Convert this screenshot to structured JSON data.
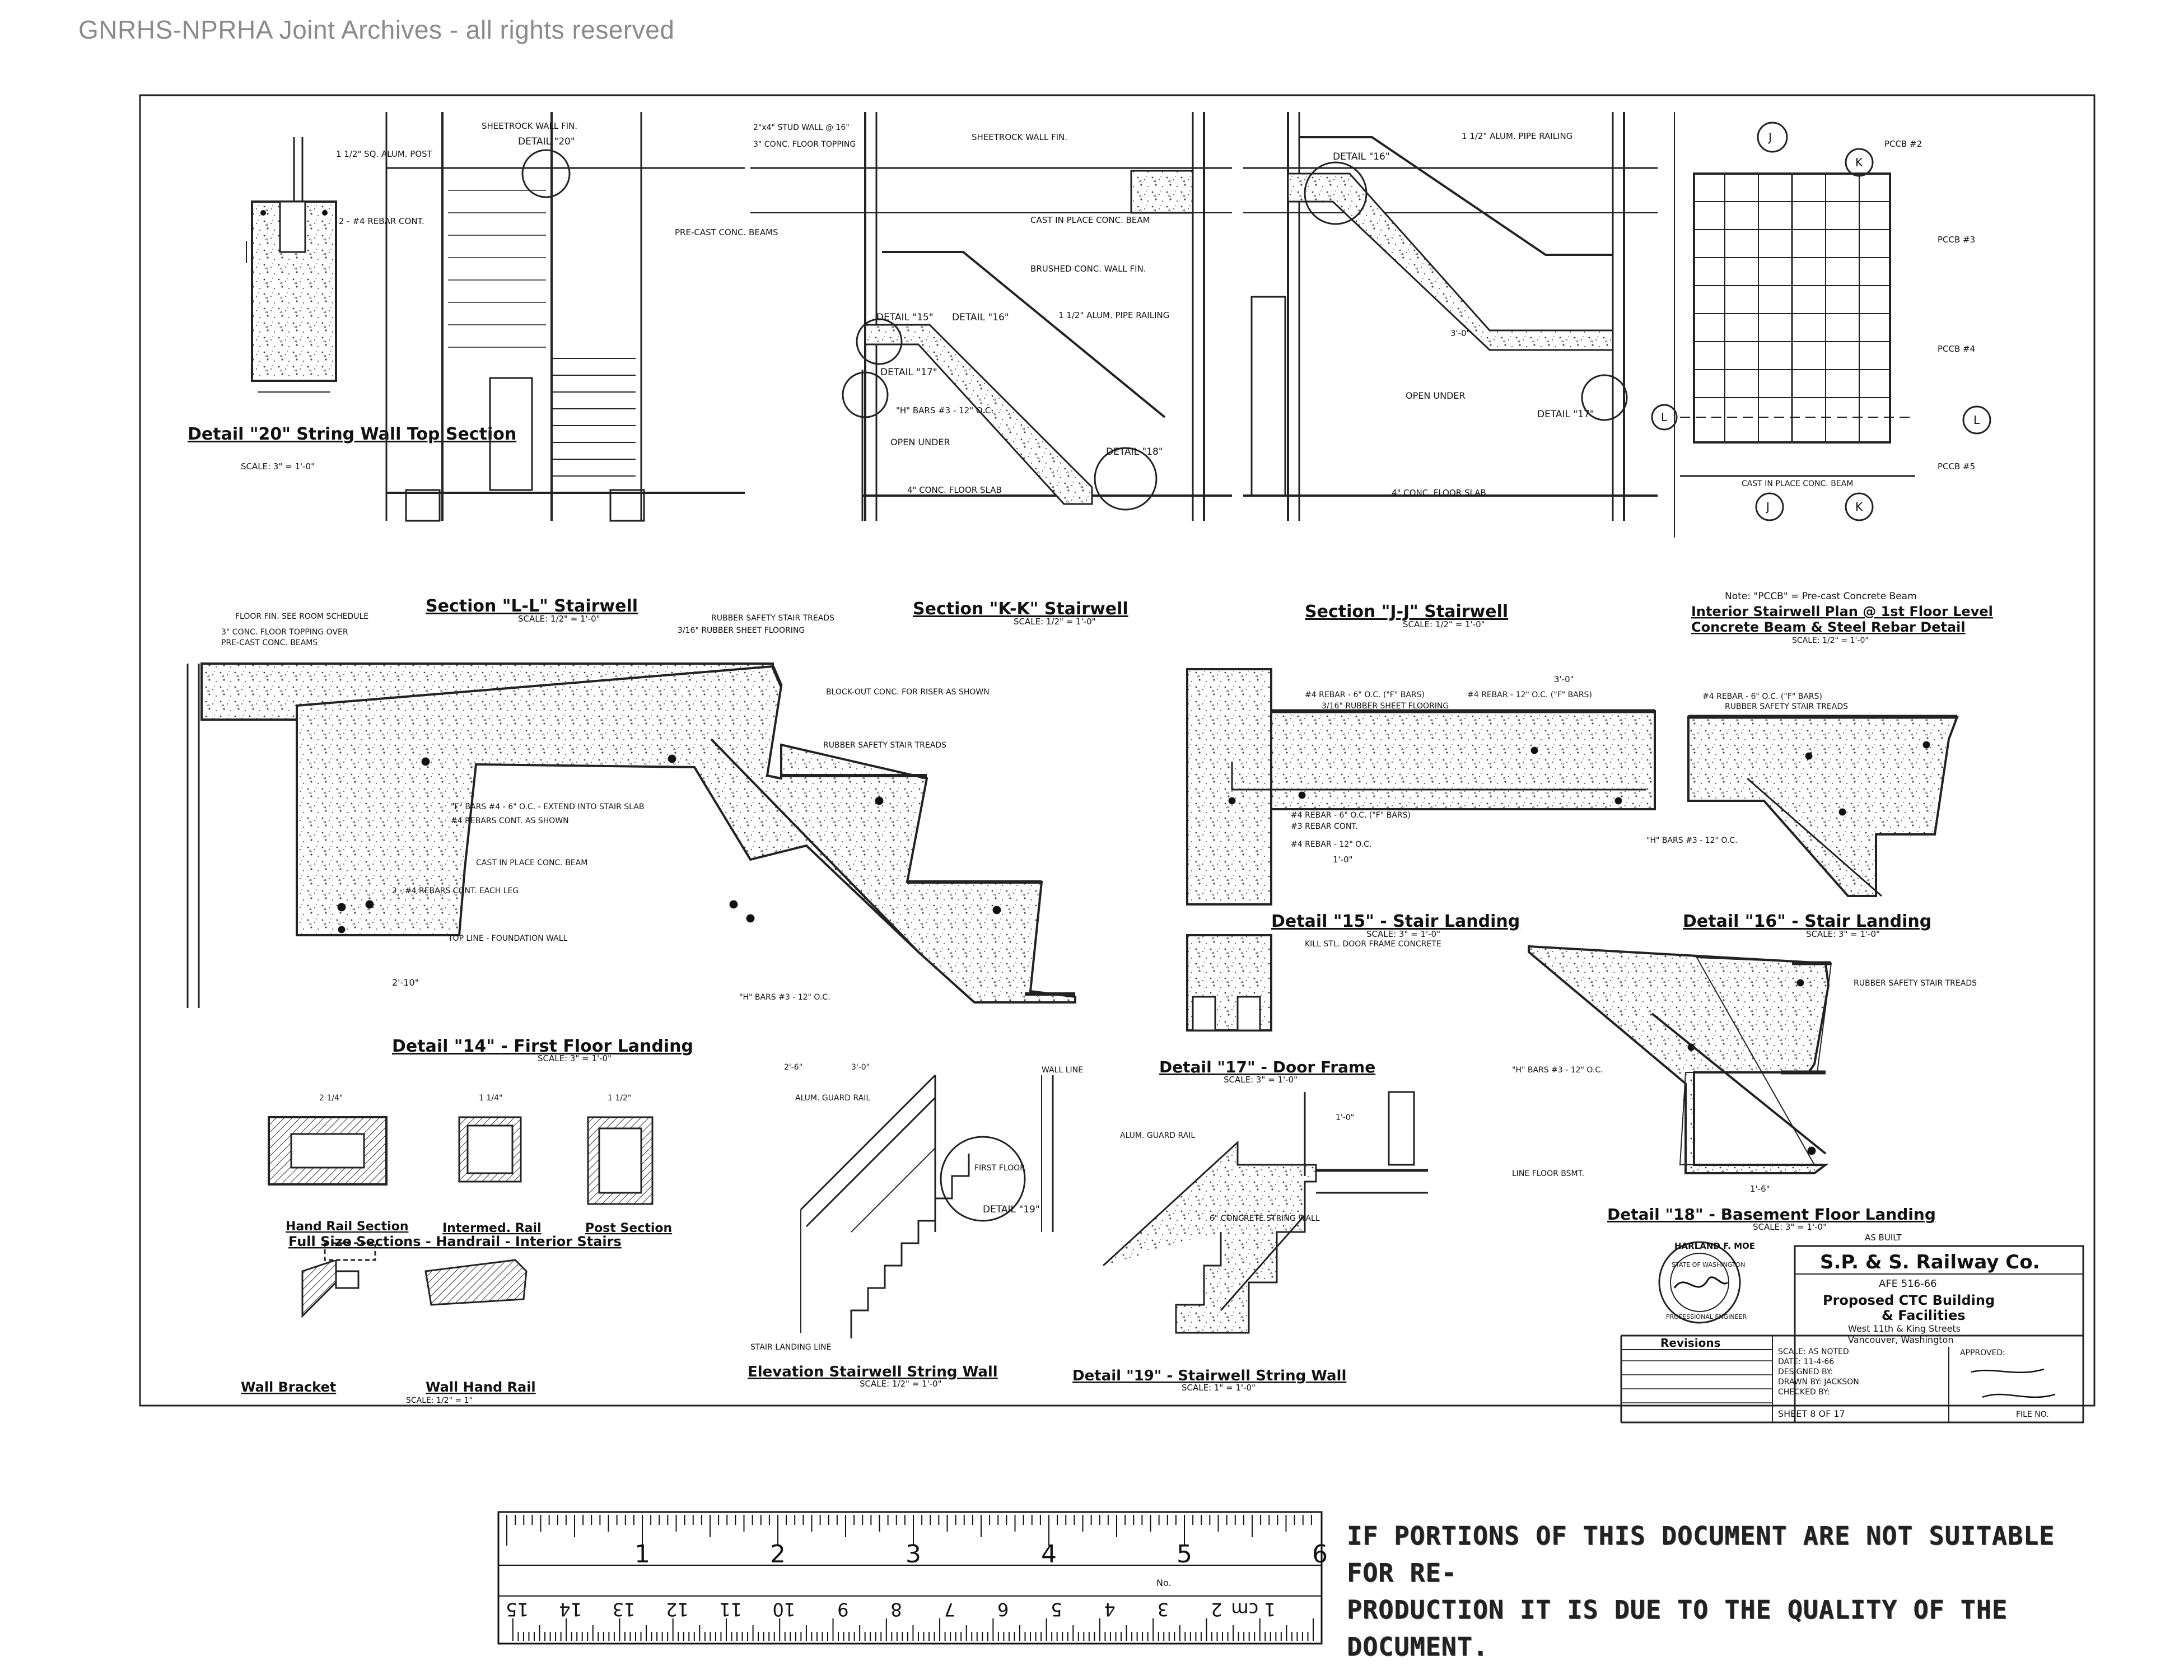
{
  "watermark": "GNRHS-NPRHA Joint Archives - all rights reserved",
  "details": {
    "d20_title": "Detail \"20\" String Wall Top Section",
    "d20_scale": "SCALE: 3\" = 1'-0\"",
    "sec_ll": "Section \"L-L\" Stairwell",
    "sec_ll_scale": "SCALE: 1/2\" = 1'-0\"",
    "sec_kk": "Section \"K-K\" Stairwell",
    "sec_kk_scale": "SCALE: 1/2\" = 1'-0\"",
    "sec_jj": "Section \"J-J\" Stairwell",
    "sec_jj_scale": "SCALE: 1/2\" = 1'-0\"",
    "plan_note": "Note: \"PCCB\" = Pre-cast Concrete Beam",
    "plan_title_1": "Interior Stairwell Plan @ 1st Floor Level",
    "plan_title_2": "Concrete Beam & Steel Rebar Detail",
    "plan_scale": "SCALE: 1/2\" = 1'-0\"",
    "d14_title": "Detail \"14\" - First Floor Landing",
    "d14_scale": "SCALE: 3\" = 1'-0\"",
    "d15_title": "Detail \"15\" - Stair Landing",
    "d15_scale": "SCALE: 3\" = 1'-0\"",
    "d16_title": "Detail \"16\" - Stair Landing",
    "d16_scale": "SCALE: 3\" = 1'-0\"",
    "d17_title": "Detail \"17\" - Door Frame",
    "d17_scale": "SCALE: 3\" = 1'-0\"",
    "d18_title": "Detail \"18\" - Basement Floor Landing",
    "d18_scale": "SCALE: 3\" = 1'-0\"",
    "d19_title": "Detail \"19\" - Stairwell String Wall",
    "d19_scale": "SCALE: 1\" = 1'-0\"",
    "elev_title": "Elevation Stairwell String Wall",
    "elev_scale": "SCALE: 1/2\" = 1'-0\"",
    "handrail_1": "Hand Rail Section",
    "handrail_2": "Intermed. Rail",
    "handrail_3": "Post Section",
    "handrail_full": "Full Size Sections - Handrail - Interior Stairs",
    "wall_bracket": "Wall Bracket",
    "wall_hand_rail": "Wall Hand Rail",
    "wall_scale": "SCALE: 1/2\" = 1\""
  },
  "labels": {
    "pccb3": "PCCB #3",
    "pccb4": "PCCB #4",
    "pccb5": "PCCB #5",
    "pccb2": "PCCB #2",
    "k": "K",
    "j": "J",
    "l": "L",
    "open_under": "OPEN UNDER",
    "cast_beam": "CAST IN PLACE CONC. BEAM",
    "rubber_treads": "RUBBER SAFETY STAIR TREADS",
    "conc_slab": "4\" CONC. FLOOR SLAB",
    "pipe_railing": "1 1/2\" ALUM. PIPE RAILING",
    "sheetrock": "SHEETROCK WALL FIN.",
    "hbars": "\"H\" BARS #3 - 12\" O.C.",
    "line_floor": "LINE FLOOR BSMT.",
    "stair_landing_line": "STAIR LANDING LINE",
    "top_found": "TOP LINE - FOUNDATION WALL",
    "as_built": "AS BUILT"
  },
  "title_block": {
    "company": "S.P. & S. Railway Co.",
    "afe": "AFE 516-66",
    "project_1": "Proposed CTC Building",
    "project_2": "& Facilities",
    "location_1": "West 11th & King Streets",
    "location_2": "Vancouver, Washington",
    "revisions": "Revisions",
    "scale_row": "SCALE: AS NOTED",
    "date_row": "DATE: 11-4-66",
    "designed_row": "DESIGNED BY:",
    "drawn_row": "DRAWN BY: JACKSON",
    "checked_row": "CHECKED BY:",
    "sheet_row": "SHEET 8 OF 17",
    "approved": "APPROVED:",
    "seal_name": "HARLAND F. MOE",
    "seal_state": "STATE OF WASHINGTON",
    "seal_footer": "PROFESSIONAL ENGINEER",
    "file_no": "FILE NO."
  },
  "ruler": {
    "inch_labels": [
      "1",
      "2",
      "3",
      "4",
      "5",
      "6"
    ],
    "cm_labels": [
      "1 cm",
      "2",
      "3",
      "4",
      "5",
      "6",
      "7",
      "8",
      "9",
      "10",
      "11",
      "12",
      "13",
      "14",
      "15"
    ],
    "maker": "No."
  },
  "notice": {
    "line1": "IF PORTIONS OF THIS DOCUMENT ARE NOT SUITABLE FOR RE-",
    "line2": "PRODUCTION IT IS DUE TO THE QUALITY OF THE DOCUMENT."
  }
}
